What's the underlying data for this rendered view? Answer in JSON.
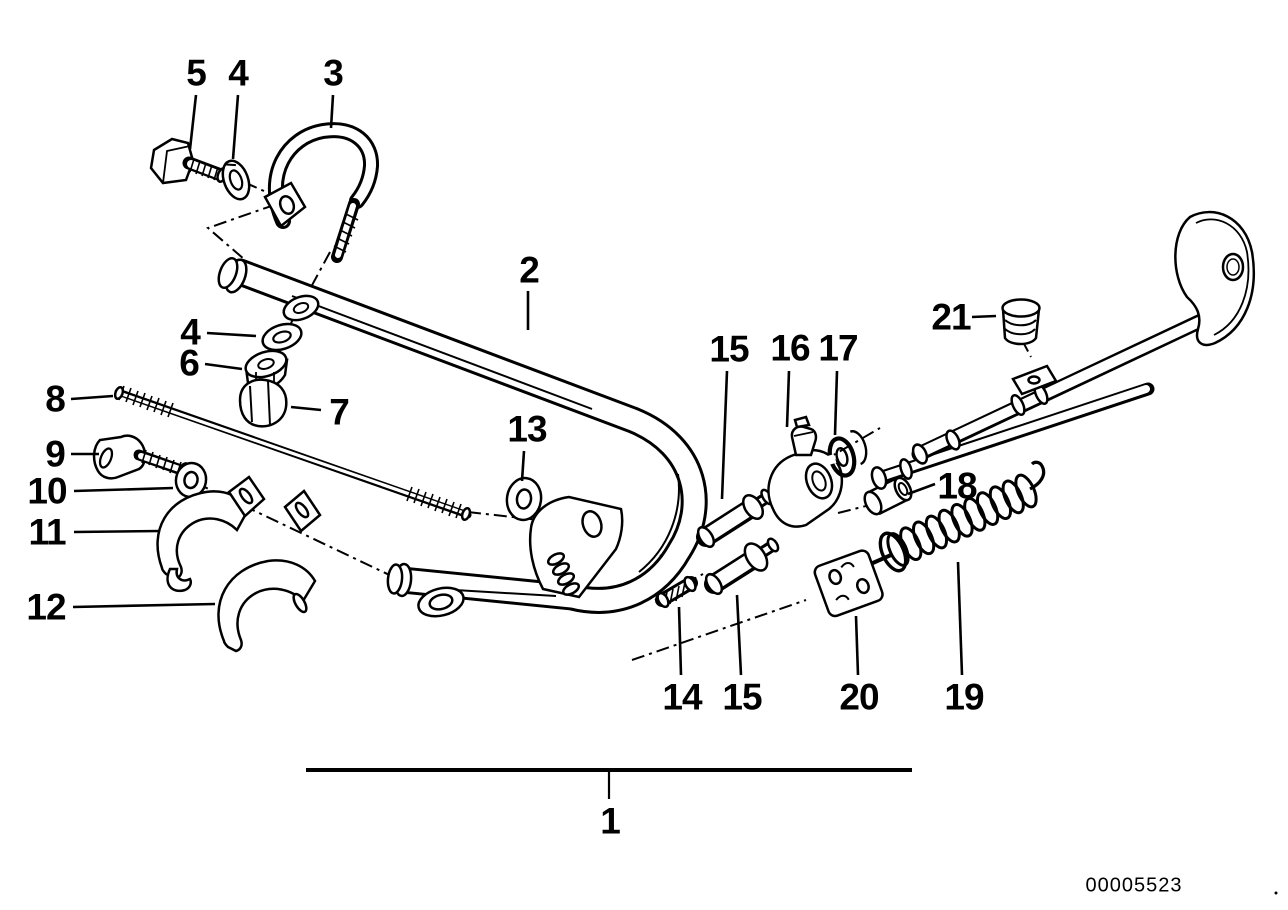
{
  "diagram": {
    "background": "#ffffff",
    "ink": "#000000",
    "drawing_number": "00005523",
    "callouts": [
      {
        "id": "callout-5",
        "text": "5"
      },
      {
        "id": "callout-4-top",
        "text": "4"
      },
      {
        "id": "callout-3",
        "text": "3"
      },
      {
        "id": "callout-2",
        "text": "2"
      },
      {
        "id": "callout-4-mid",
        "text": "4"
      },
      {
        "id": "callout-6",
        "text": "6"
      },
      {
        "id": "callout-8",
        "text": "8"
      },
      {
        "id": "callout-7",
        "text": "7"
      },
      {
        "id": "callout-9",
        "text": "9"
      },
      {
        "id": "callout-10",
        "text": "10"
      },
      {
        "id": "callout-11",
        "text": "11"
      },
      {
        "id": "callout-13",
        "text": "13"
      },
      {
        "id": "callout-12",
        "text": "12"
      },
      {
        "id": "callout-15-upper",
        "text": "15"
      },
      {
        "id": "callout-16",
        "text": "16"
      },
      {
        "id": "callout-17",
        "text": "17"
      },
      {
        "id": "callout-21",
        "text": "21"
      },
      {
        "id": "callout-18",
        "text": "18"
      },
      {
        "id": "callout-14",
        "text": "14"
      },
      {
        "id": "callout-15-lower",
        "text": "15"
      },
      {
        "id": "callout-20",
        "text": "20"
      },
      {
        "id": "callout-19",
        "text": "19"
      },
      {
        "id": "callout-1",
        "text": "1"
      }
    ]
  }
}
